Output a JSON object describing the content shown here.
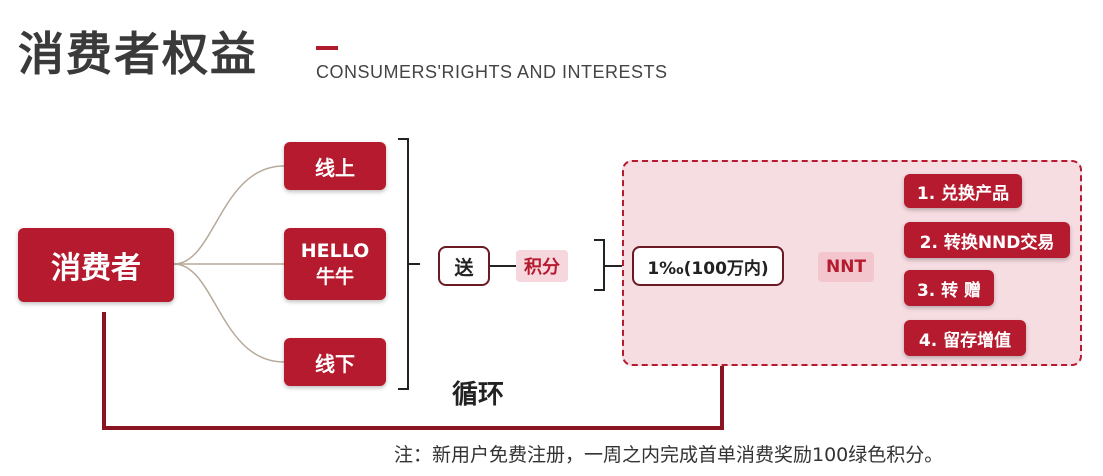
{
  "header": {
    "title": "消费者权益",
    "subtitle": "CONSUMERS'RIGHTS AND INTERESTS"
  },
  "diagram": {
    "consumer": "消费者",
    "channels": {
      "online": "线上",
      "hello_line1": "HELLO",
      "hello_line2": "牛牛",
      "offline": "线下"
    },
    "send": "送",
    "points": "积分",
    "rate": "1‰(100万内)",
    "nnt": "NNT",
    "options": [
      "1. 兑换产品",
      "2. 转换NND交易",
      "3. 转 赠",
      "4. 留存增值"
    ],
    "loop_label": "循环"
  },
  "note": "注：新用户免费注册，一周之内完成首单消费奖励100绿色积分。",
  "colors": {
    "accent": "#b51a2e",
    "panel_bg": "#f6dde2",
    "tag_bg": "#f6d7dd"
  }
}
